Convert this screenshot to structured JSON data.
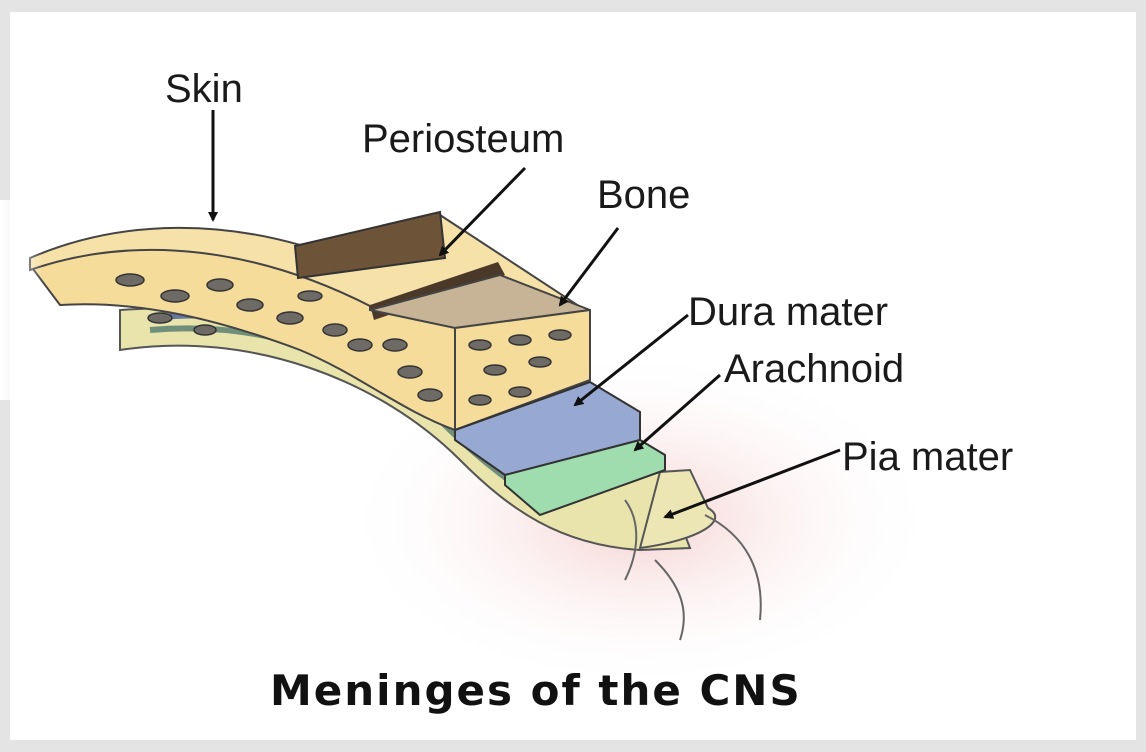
{
  "labels": {
    "skin": "Skin",
    "periosteum": "Periosteum",
    "bone": "Bone",
    "dura_mater": "Dura mater",
    "arachnoid": "Arachnoid",
    "pia_mater": "Pia mater"
  },
  "title": "Meninges of the CNS",
  "colors": {
    "background": "#ffffff",
    "frame": "#e4e4e4",
    "skin": "#f5dc9a",
    "bone_face": "#c7b496",
    "bone_dark": "#5c4a36",
    "dura_mater": "#97a9d3",
    "arachnoid": "#9fdcae",
    "pia_mater": "#e9e3ac",
    "outline": "#333333"
  }
}
